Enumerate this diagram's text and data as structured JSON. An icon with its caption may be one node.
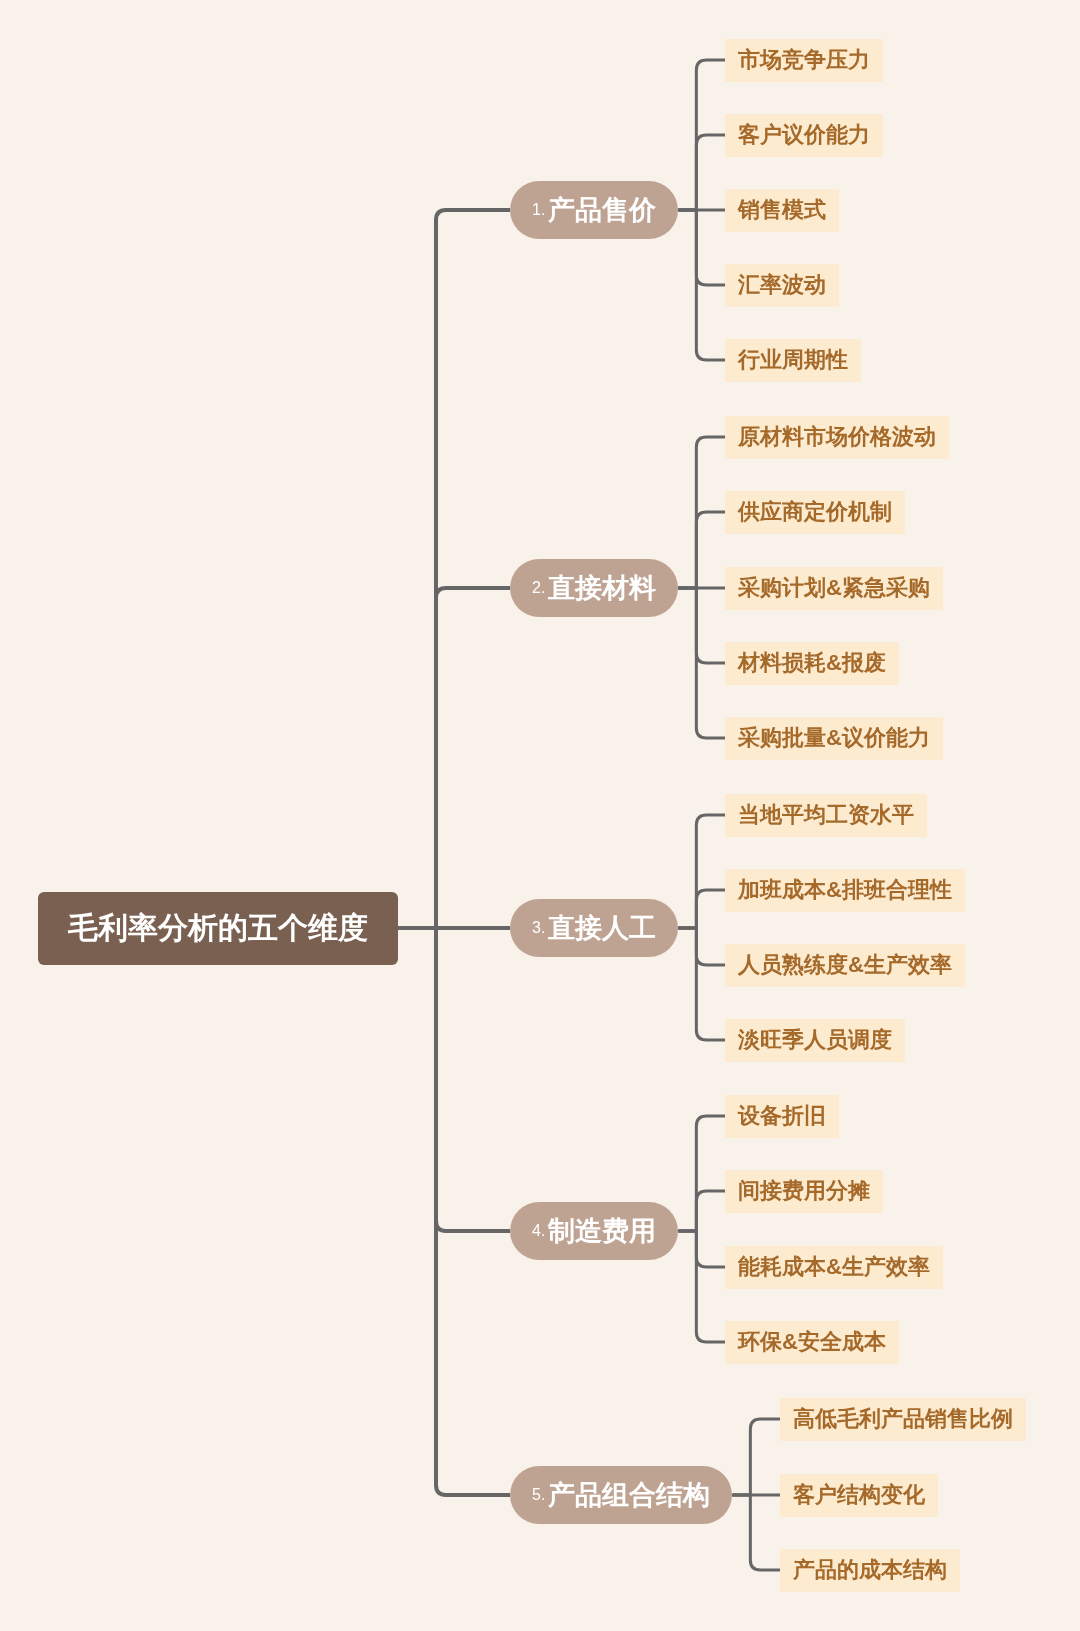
{
  "diagram": {
    "nodes": [
      {
        "text": [
          "毛利率分析的五个维度"
        ]
      },
      {
        "text": [
          "1.",
          "产品售价"
        ]
      },
      {
        "text": [
          "市场竞争压力"
        ]
      },
      {
        "text": [
          "客户议价能力"
        ]
      },
      {
        "text": [
          "销售模式"
        ]
      },
      {
        "text": [
          "汇率波动"
        ]
      },
      {
        "text": [
          "行业周期性"
        ]
      },
      {
        "text": [
          "2.",
          "直接材料"
        ]
      },
      {
        "text": [
          "原材料市场价格波动"
        ]
      },
      {
        "text": [
          "供应商定价机制"
        ]
      },
      {
        "text": [
          "采购计划&紧急采购"
        ]
      },
      {
        "text": [
          "材料损耗&报废"
        ]
      },
      {
        "text": [
          "采购批量&议价能力"
        ]
      },
      {
        "text": [
          "3.",
          "直接人工"
        ]
      },
      {
        "text": [
          "当地平均工资水平"
        ]
      },
      {
        "text": [
          "加班成本&排班合理性"
        ]
      },
      {
        "text": [
          "人员熟练度&生产效率"
        ]
      },
      {
        "text": [
          "淡旺季人员调度"
        ]
      },
      {
        "text": [
          "4.",
          "制造费用"
        ]
      },
      {
        "text": [
          "设备折旧"
        ]
      },
      {
        "text": [
          "间接费用分摊"
        ]
      },
      {
        "text": [
          "能耗成本&生产效率"
        ]
      },
      {
        "text": [
          "环保&安全成本"
        ]
      },
      {
        "text": [
          "5.",
          "产品组合结构"
        ]
      },
      {
        "text": [
          "高低毛利产品销售比例"
        ]
      },
      {
        "text": [
          "客户结构变化"
        ]
      },
      {
        "text": [
          "产品的成本结构"
        ]
      }
    ],
    "edges": [
      {
        "from": 0,
        "to": 1,
        "arrow": "none"
      },
      {
        "from": 0,
        "to": 7,
        "arrow": "none"
      },
      {
        "from": 0,
        "to": 13,
        "arrow": "none"
      },
      {
        "from": 0,
        "to": 18,
        "arrow": "none"
      },
      {
        "from": 0,
        "to": 23,
        "arrow": "none"
      },
      {
        "from": 1,
        "to": 2,
        "arrow": "none"
      },
      {
        "from": 1,
        "to": 3,
        "arrow": "none"
      },
      {
        "from": 1,
        "to": 4,
        "arrow": "none"
      },
      {
        "from": 1,
        "to": 5,
        "arrow": "none"
      },
      {
        "from": 1,
        "to": 6,
        "arrow": "none"
      },
      {
        "from": 7,
        "to": 8,
        "arrow": "none"
      },
      {
        "from": 7,
        "to": 9,
        "arrow": "none"
      },
      {
        "from": 7,
        "to": 10,
        "arrow": "none"
      },
      {
        "from": 7,
        "to": 11,
        "arrow": "none"
      },
      {
        "from": 7,
        "to": 12,
        "arrow": "none"
      },
      {
        "from": 13,
        "to": 14,
        "arrow": "none"
      },
      {
        "from": 13,
        "to": 15,
        "arrow": "none"
      },
      {
        "from": 13,
        "to": 16,
        "arrow": "none"
      },
      {
        "from": 13,
        "to": 17,
        "arrow": "none"
      },
      {
        "from": 18,
        "to": 19,
        "arrow": "none"
      },
      {
        "from": 18,
        "to": 20,
        "arrow": "none"
      },
      {
        "from": 18,
        "to": 21,
        "arrow": "none"
      },
      {
        "from": 18,
        "to": 22,
        "arrow": "none"
      },
      {
        "from": 23,
        "to": 24,
        "arrow": "none"
      },
      {
        "from": 23,
        "to": 25,
        "arrow": "none"
      },
      {
        "from": 23,
        "to": 26,
        "arrow": "none"
      }
    ]
  }
}
